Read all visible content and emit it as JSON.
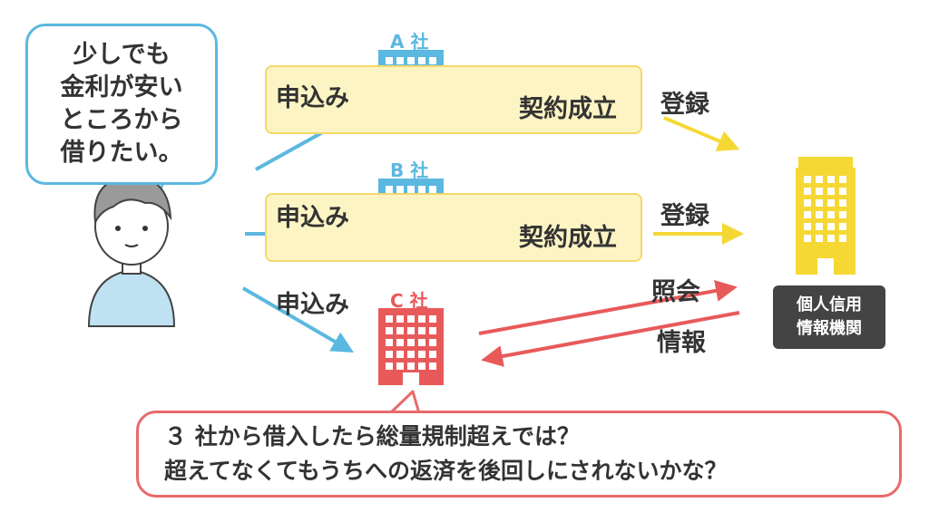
{
  "user_bubble": {
    "lines": [
      "少しでも",
      "金利が安い",
      "ところから",
      "借りたい。"
    ]
  },
  "companies": [
    {
      "name": "A 社",
      "color": "#5bb8e0",
      "apply_label": "申込み",
      "contract_label": "契約成立",
      "bureau_arrow_label": "登録"
    },
    {
      "name": "B 社",
      "color": "#5bb8e0",
      "apply_label": "申込み",
      "contract_label": "契約成立",
      "bureau_arrow_label": "登録"
    },
    {
      "name": "C 社",
      "color": "#e85a5a",
      "apply_label": "申込み",
      "inquiry_label": "照会",
      "info_label": "情報"
    }
  ],
  "bureau": {
    "lines": [
      "個人信用",
      "情報機関"
    ],
    "color": "#f5d834"
  },
  "c_bubble": {
    "lines": [
      "３ 社から借入したら総量規制超えでは？",
      "超えてなくてもうちへの返済を後回しにされないかな？"
    ]
  },
  "colors": {
    "blue": "#5bb8e0",
    "yellow": "#f5d834",
    "red": "#e85a5a",
    "yellow_box": "#fdf4c4"
  }
}
